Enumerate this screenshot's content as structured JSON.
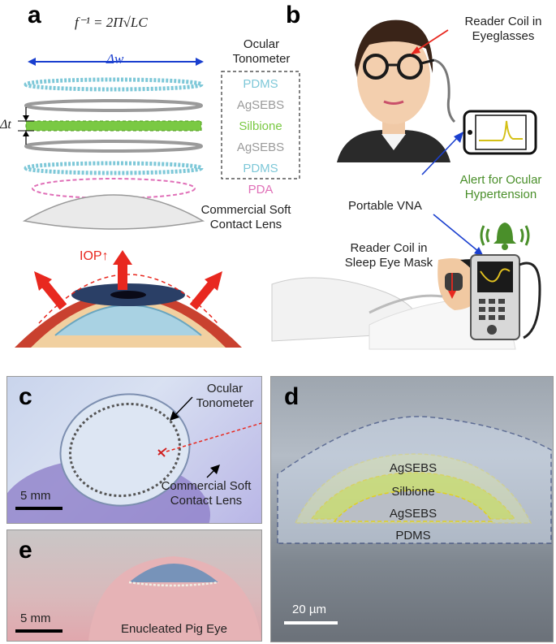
{
  "panel_a": {
    "letter": "a",
    "formula": "f⁻¹ = 2Π√LC",
    "delta_w": "Δw",
    "delta_t": "Δt",
    "ocular_tonometer": "Ocular Tonometer",
    "layers": [
      "PDMS",
      "AgSEBS",
      "Silbione",
      "AgSEBS",
      "PDMS"
    ],
    "pda": "PDA",
    "commercial_lens": "Commercial Soft Contact Lens",
    "iop": "IOP↑",
    "colors": {
      "pdms": "#7ec8d8",
      "agsebs": "#9a9a9a",
      "silbione": "#7ac943",
      "pda": "#e070b8",
      "arrow_blue": "#1a3fcf",
      "arrow_red": "#e8281f"
    }
  },
  "panel_b": {
    "letter": "b",
    "reader_coil_glasses": "Reader Coil in Eyeglasses",
    "portable_vna": "Portable VNA",
    "alert": "Alert for Ocular Hypertension",
    "reader_coil_mask": "Reader Coil in Sleep Eye Mask",
    "alert_color": "#4a8f2a"
  },
  "panel_c": {
    "letter": "c",
    "ocular_tonometer": "Ocular Tonometer",
    "commercial_lens": "Commercial Soft Contact Lens",
    "scale": "5 mm"
  },
  "panel_d": {
    "letter": "d",
    "layers": [
      "AgSEBS",
      "Silbione",
      "AgSEBS",
      "PDMS"
    ],
    "scale": "20 µm"
  },
  "panel_e": {
    "letter": "e",
    "caption": "Enucleated Pig Eye",
    "scale": "5 mm"
  }
}
